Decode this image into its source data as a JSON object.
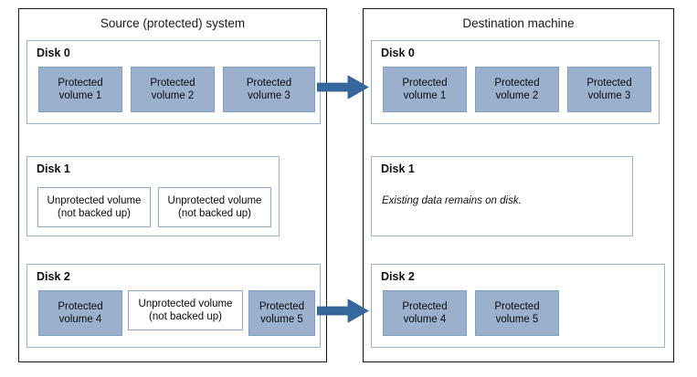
{
  "diagram": {
    "source": {
      "title": "Source (protected) system",
      "disks": [
        {
          "label": "Disk 0",
          "volumes": [
            {
              "label": "Protected\nvolume 1",
              "state": "protected"
            },
            {
              "label": "Protected\nvolume 2",
              "state": "protected"
            },
            {
              "label": "Protected\nvolume 3",
              "state": "protected"
            }
          ]
        },
        {
          "label": "Disk 1",
          "volumes": [
            {
              "label": "Unprotected volume\n(not backed up)",
              "state": "unprotected"
            },
            {
              "label": "Unprotected volume\n(not backed up)",
              "state": "unprotected"
            }
          ]
        },
        {
          "label": "Disk 2",
          "volumes": [
            {
              "label": "Protected\nvolume 4",
              "state": "protected"
            },
            {
              "label": "Unprotected volume\n(not backed up)",
              "state": "unprotected"
            },
            {
              "label": "Protected\nvolume 5",
              "state": "protected"
            }
          ]
        }
      ]
    },
    "destination": {
      "title": "Destination machine",
      "disks": [
        {
          "label": "Disk 0",
          "volumes": [
            {
              "label": "Protected\nvolume 1",
              "state": "protected"
            },
            {
              "label": "Protected\nvolume 2",
              "state": "protected"
            },
            {
              "label": "Protected\nvolume 3",
              "state": "protected"
            }
          ]
        },
        {
          "label": "Disk 1",
          "note": "Existing data remains on disk.",
          "volumes": []
        },
        {
          "label": "Disk 2",
          "volumes": [
            {
              "label": "Protected\nvolume 4",
              "state": "protected"
            },
            {
              "label": "Protected\nvolume 5",
              "state": "protected"
            }
          ]
        }
      ]
    },
    "arrows": [
      {
        "name": "replication-arrow-disk0",
        "direction": "right"
      },
      {
        "name": "replication-arrow-disk2",
        "direction": "right"
      }
    ],
    "colors": {
      "protected_fill": "#9ab0cd",
      "protected_border": "#7f9ec4",
      "unprotected_fill": "#ffffff",
      "unprotected_border": "#8ea8c8",
      "disk_border": "#9cb3d1",
      "panel_border": "#1a1a1a",
      "arrow": "#35699e",
      "background": "#ffffff"
    }
  }
}
